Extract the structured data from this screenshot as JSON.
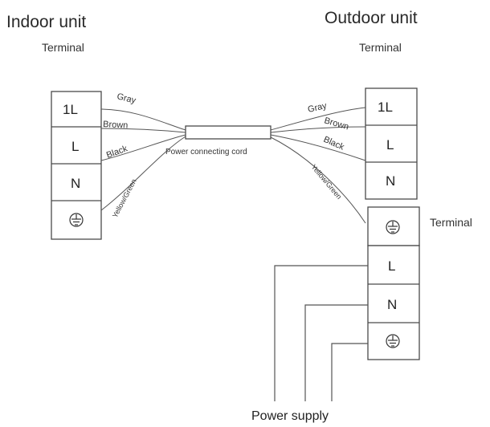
{
  "indoor": {
    "title": "Indoor unit",
    "terminal_label": "Terminal",
    "terminals": [
      "1L",
      "L",
      "N"
    ],
    "ground": "ground-symbol"
  },
  "outdoor": {
    "title": "Outdoor unit",
    "terminal_label": "Terminal",
    "terminals": [
      "1L",
      "L",
      "N"
    ],
    "ground": "ground-symbol"
  },
  "power_terminal": {
    "label": "Terminal",
    "terminals": [
      "L",
      "N"
    ],
    "ground": "ground-symbol"
  },
  "cord": {
    "label": "Power connecting cord"
  },
  "wires": {
    "indoor": [
      "Gray",
      "Brown",
      "Black",
      "Yellow/Green"
    ],
    "outdoor": [
      "Gray",
      "Brown",
      "Black",
      "Yellow/Green"
    ]
  },
  "power_supply_label": "Power supply",
  "colors": {
    "line": "#4a4a4a",
    "text": "#2a2a2a"
  }
}
